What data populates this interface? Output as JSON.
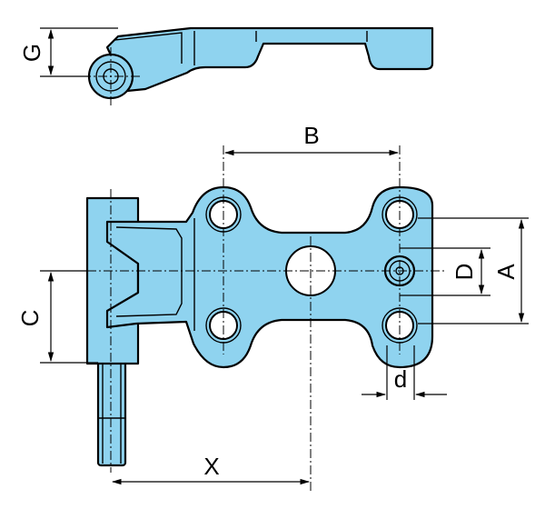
{
  "dimension_labels": {
    "G": "G",
    "B": "B",
    "C": "C",
    "D": "D",
    "A": "A",
    "d": "d",
    "X": "X"
  }
}
